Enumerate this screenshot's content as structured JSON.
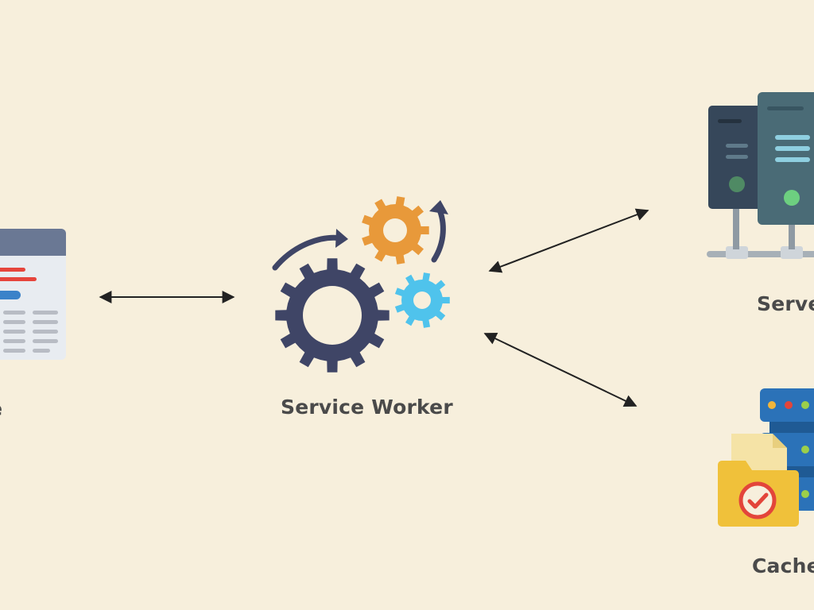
{
  "labels": {
    "web_page": "ge",
    "service_worker": "Service Worker",
    "server": "Serve",
    "cache": "Cache"
  },
  "icons": {
    "web_page": "browser-window-icon",
    "service_worker": "gears-icon",
    "server": "server-rack-icon",
    "cache": "cache-folder-icon"
  },
  "colors": {
    "background": "#f7efdc",
    "text": "#4a4a4a",
    "gear_large": "#3f4566",
    "gear_orange": "#e8993a",
    "gear_blue": "#4fc3ec",
    "arrow": "#222222",
    "server_dark": "#36475a",
    "server_teal": "#4a6b76",
    "folder": "#f0c13a",
    "check": "#e3453a"
  }
}
